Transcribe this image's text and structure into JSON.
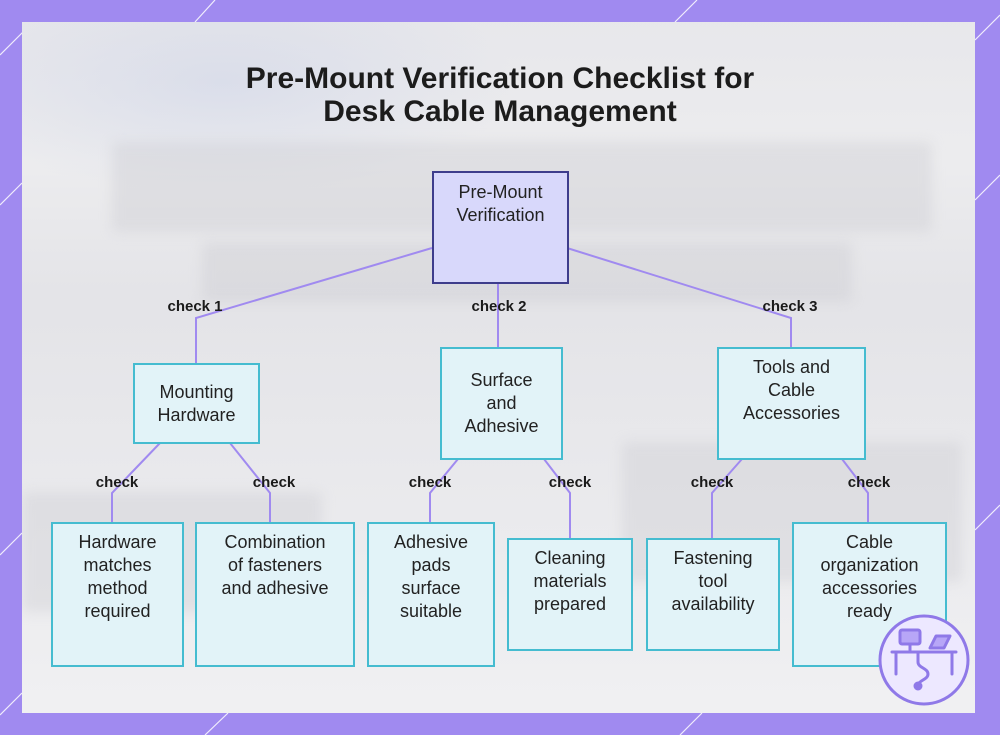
{
  "title": {
    "line1": "Pre-Mount Verification Checklist for",
    "line2": "Desk Cable Management"
  },
  "nodes": {
    "root": "Pre-Mount Verification",
    "mounting_hardware": "Mounting Hardware",
    "surface_adhesive": "Surface and Adhesive",
    "tools_accessories": "Tools and Cable Accessories",
    "hardware_matches": "Hardware matches method required",
    "combination": "Combination of fasteners and adhesive",
    "adhesive_pads": "Adhesive pads surface suitable",
    "cleaning": "Cleaning materials prepared",
    "fastening": "Fastening tool availability",
    "cable_org": "Cable organization accessories ready"
  },
  "edge_labels": {
    "e1": "check 1",
    "e2": "check 2",
    "e3": "check 3",
    "e4": "check",
    "e5": "check",
    "e6": "check",
    "e7": "check",
    "e8": "check",
    "e9": "check"
  },
  "colors": {
    "frame": "#a08af0",
    "edge": "#a08af0",
    "root_border": "#3e3d8c",
    "root_fill": "#d8d8fb",
    "node_border": "#45bcd0",
    "node_fill": "#e2f3f8"
  },
  "icons": {
    "logo": "desk-cable-icon"
  }
}
